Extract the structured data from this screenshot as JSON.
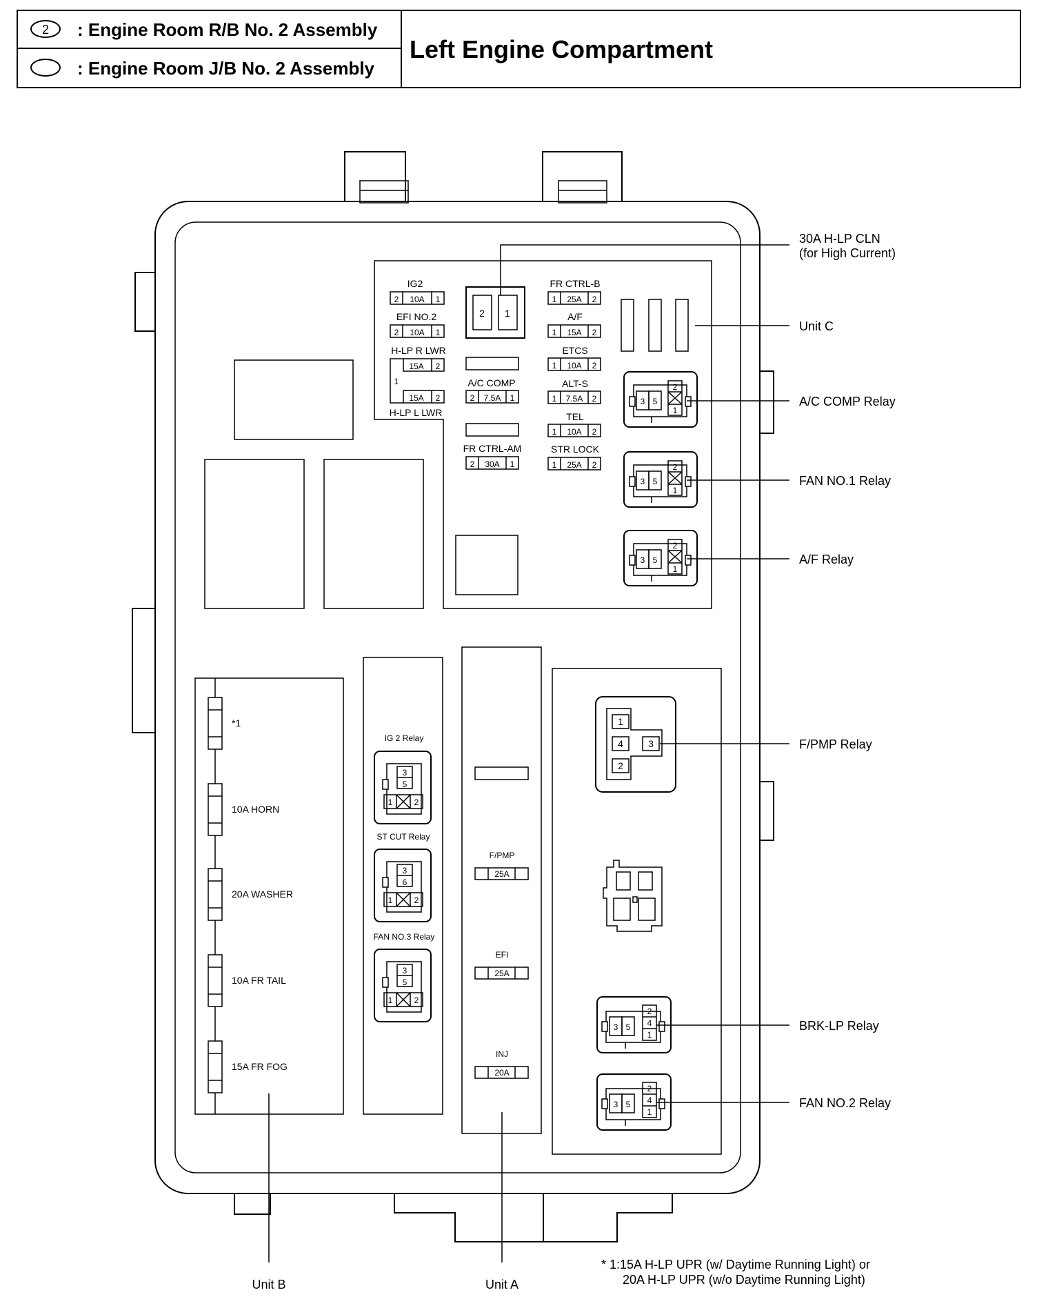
{
  "header": {
    "rb_symbol": "2",
    "rb_label": ": Engine Room R/B No. 2 Assembly",
    "jb_label": ": Engine Room J/B No. 2 Assembly",
    "title": "Left Engine Compartment"
  },
  "top_fuses": {
    "ig2": {
      "name": "IG2",
      "left": "2",
      "amp": "10A",
      "right": "1"
    },
    "efi_no2": {
      "name": "EFI NO.2",
      "left": "2",
      "amp": "10A",
      "right": "1"
    },
    "hlp_r_lwr": {
      "name": "H-LP R LWR",
      "amp": "15A",
      "right": "2"
    },
    "hlp_l_lwr": {
      "name": "H-LP L LWR",
      "amp": "15A",
      "right": "2"
    },
    "hlp_common_pin": "1",
    "ac_comp": {
      "name": "A/C COMP",
      "left": "2",
      "amp": "7.5A",
      "right": "1"
    },
    "fr_ctrl_am": {
      "name": "FR CTRL-AM",
      "left": "2",
      "amp": "30A",
      "right": "1"
    },
    "fr_ctrl_b": {
      "name": "FR CTRL-B",
      "left": "1",
      "amp": "25A",
      "right": "2"
    },
    "af": {
      "name": "A/F",
      "left": "1",
      "amp": "15A",
      "right": "2"
    },
    "etcs": {
      "name": "ETCS",
      "left": "1",
      "amp": "10A",
      "right": "2"
    },
    "alt_s": {
      "name": "ALT-S",
      "left": "1",
      "amp": "7.5A",
      "right": "2"
    },
    "tel": {
      "name": "TEL",
      "left": "1",
      "amp": "10A",
      "right": "2"
    },
    "str_lock": {
      "name": "STR LOCK",
      "left": "1",
      "amp": "25A",
      "right": "2"
    },
    "hlp_cln_pins": {
      "left": "2",
      "right": "1"
    }
  },
  "relay_pins": {
    "three": "3",
    "five": "5",
    "two": "2",
    "one": "1",
    "four": "4",
    "six": "6"
  },
  "mid_relays": {
    "ig2_relay": "IG 2 Relay",
    "st_cut_relay": "ST CUT Relay",
    "fan_no3_relay": "FAN NO.3 Relay"
  },
  "unit_a_fuses": {
    "fpmp": {
      "name": "F/PMP",
      "amp": "25A"
    },
    "efi": {
      "name": "EFI",
      "amp": "25A"
    },
    "inj": {
      "name": "INJ",
      "amp": "20A"
    }
  },
  "unit_b_fuses": [
    "*1",
    "10A HORN",
    "20A WASHER",
    "10A FR TAIL",
    "15A FR FOG"
  ],
  "callouts": {
    "hlp_cln_line1": "30A H-LP CLN",
    "hlp_cln_line2": "(for High Current)",
    "unit_c": "Unit C",
    "ac_comp_relay": "A/C COMP Relay",
    "fan_no1_relay": "FAN NO.1 Relay",
    "af_relay": "A/F Relay",
    "fpmp_relay": "F/PMP Relay",
    "brk_lp_relay": "BRK-LP Relay",
    "fan_no2_relay": "FAN NO.2 Relay",
    "unit_b": "Unit B",
    "unit_a": "Unit A"
  },
  "footnote": {
    "line1": "* 1:15A H-LP UPR (w/ Daytime Running Light) or",
    "line2": "20A H-LP UPR (w/o Daytime Running Light)"
  }
}
